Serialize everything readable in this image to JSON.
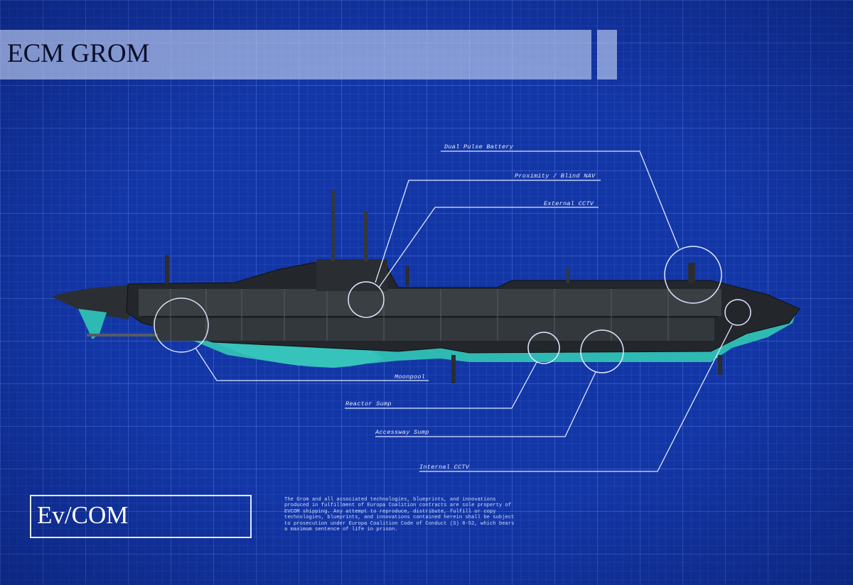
{
  "title": "ECM GROM",
  "brand": "Ev/COM",
  "legal_text": "The Grom and all associated technologies, blueprints, and innovations produced in fulfillment of Europa Coalition contracts are sole property of EVCOM shipping. Any attempt to reproduce, distribute, fulfill or copy technologies, blueprints, and innovations contained herein shall be subject to prosecution under Europa Coalition Code of Conduct (S) 8-52, which bears a maximum sentence of life in prison.",
  "callouts": {
    "dual_pulse_battery": "Dual Pulse Battery",
    "proximity_blind_nav": "Proximity / Blind NAV",
    "external_cctv": "External CCTV",
    "moonpool": "Moonpool",
    "reactor_sump": "Reactor Sump",
    "accessway_sump": "Accessway Sump",
    "internal_cctv": "Internal CCTV"
  },
  "colors": {
    "background": "#1336a6",
    "hull_dark": "#23262b",
    "hull_teal": "#2fb9b3",
    "callout_line": "#dfe8ff"
  }
}
